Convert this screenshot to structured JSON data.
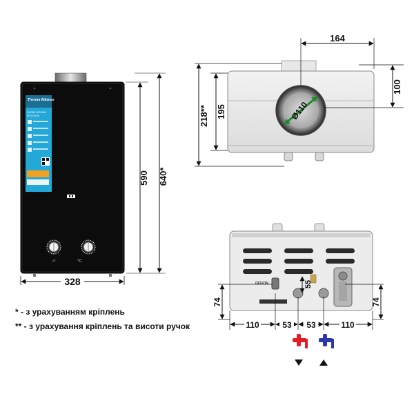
{
  "heater": {
    "brand": "Thermo Alliance",
    "panel_line1": "ГАЗОВА КОЛОНКА",
    "panel_line2": "ПРОТОЧНА",
    "knob_left_label": "ΔT",
    "knob_right_label": "°C"
  },
  "dimensions": {
    "front_width": "328",
    "height": "590",
    "height_with_mounts": "640*",
    "top_width": "164",
    "top_depth": "100",
    "top_depth_full": "218**",
    "top_inner": "195",
    "flue_diameter": "Ø110",
    "bottom_left_offset": "110",
    "bottom_gap_left": "53",
    "bottom_gap_right": "53",
    "bottom_right_offset": "110",
    "bottom_height_left": "74",
    "bottom_height_right": "74",
    "bottom_vertical": "55"
  },
  "bottom_panel": {
    "switch_label": "OFF/ON"
  },
  "notes": {
    "note1": "* - з урахуванням кріплень",
    "note2": "** - з урахування кріплень та висоти ручок"
  },
  "pipes": {
    "hot_color": "#e21f26",
    "cold_color": "#2b3aa8",
    "hot_arrow": "down",
    "cold_arrow": "up"
  }
}
